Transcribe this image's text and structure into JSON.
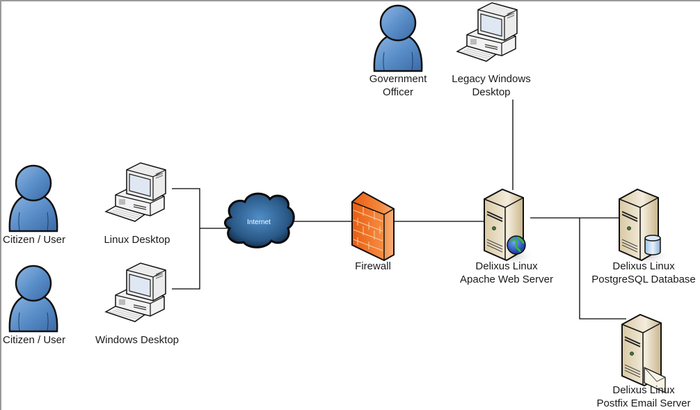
{
  "diagram": {
    "nodes": {
      "citizen_user_1": {
        "label": "Citizen / User",
        "icon": "person-icon"
      },
      "citizen_user_2": {
        "label": "Citizen / User",
        "icon": "person-icon"
      },
      "linux_desktop": {
        "label": "Linux Desktop",
        "icon": "desktop-computer-icon"
      },
      "windows_desktop": {
        "label": "Windows Desktop",
        "icon": "desktop-computer-icon"
      },
      "internet": {
        "label": "Internet",
        "icon": "cloud-icon"
      },
      "firewall": {
        "label": "Firewall",
        "icon": "brick-wall-icon"
      },
      "government_officer": {
        "label_line1": "Government",
        "label_line2": "Officer",
        "icon": "person-icon"
      },
      "legacy_windows_desktop": {
        "label_line1": "Legacy Windows",
        "label_line2": "Desktop",
        "icon": "desktop-computer-icon"
      },
      "web_server": {
        "label_line1": "Delixus Linux",
        "label_line2": "Apache Web Server",
        "icon": "server-globe-icon"
      },
      "database_server": {
        "label_line1": "Delixus Linux",
        "label_line2": "PostgreSQL Database",
        "icon": "server-database-icon"
      },
      "email_server": {
        "label_line1": "Delixus Linux",
        "label_line2": "Postfix Email Server",
        "icon": "server-email-icon"
      }
    },
    "connections": [
      {
        "from": "Linux Desktop",
        "to": "Internet"
      },
      {
        "from": "Windows Desktop",
        "to": "Internet"
      },
      {
        "from": "Internet",
        "to": "Firewall"
      },
      {
        "from": "Firewall",
        "to": "Delixus Linux Apache Web Server"
      },
      {
        "from": "Legacy Windows Desktop",
        "to": "Delixus Linux Apache Web Server"
      },
      {
        "from": "Delixus Linux Apache Web Server",
        "to": "Delixus Linux PostgreSQL Database"
      },
      {
        "from": "Delixus Linux Apache Web Server",
        "to": "Delixus Linux Postfix Email Server"
      }
    ],
    "colors": {
      "person": "#5b8fc9",
      "firewall": "#f07a30",
      "server": "#e8dcc0",
      "cloud": "#2f5f8f",
      "line": "#000000"
    }
  }
}
